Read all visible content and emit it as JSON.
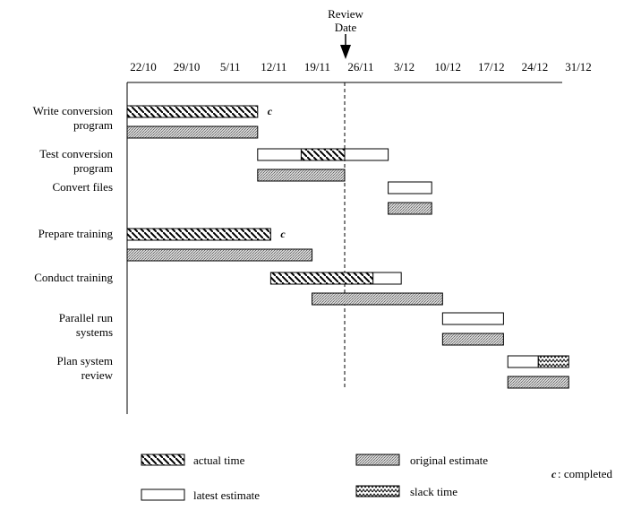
{
  "chart_data": {
    "type": "gantt",
    "review_marker": {
      "line1": "Review",
      "line2": "Date",
      "date_index": 5
    },
    "x_ticks": [
      "22/10",
      "29/10",
      "5/11",
      "12/11",
      "19/11",
      "26/11",
      "3/12",
      "10/12",
      "17/12",
      "24/12",
      "31/12"
    ],
    "tasks": [
      {
        "line1": "Write conversion",
        "line2": "program",
        "actual": [
          0,
          3.0
        ],
        "latest": null,
        "original": [
          0,
          3.0
        ],
        "slack": null,
        "completed": true
      },
      {
        "line1": "Test conversion",
        "line2": "program",
        "actual": [
          4.0,
          5.0
        ],
        "latest": [
          3.0,
          6.0
        ],
        "original": [
          3.0,
          5.0
        ],
        "slack": null,
        "completed": false
      },
      {
        "line1": "Convert files",
        "line2": "",
        "actual": null,
        "latest": [
          6.0,
          7.0
        ],
        "original": [
          6.0,
          7.0
        ],
        "slack": null,
        "completed": false
      },
      {
        "line1": "Prepare training",
        "line2": "",
        "actual": [
          0,
          3.3
        ],
        "latest": null,
        "original": [
          0,
          4.25
        ],
        "slack": null,
        "completed": true
      },
      {
        "line1": "Conduct training",
        "line2": "",
        "actual": [
          3.3,
          5.65
        ],
        "latest": [
          5.65,
          6.3
        ],
        "original": [
          4.25,
          7.25
        ],
        "slack": null,
        "completed": false
      },
      {
        "line1": "Parallel run",
        "line2": "systems",
        "actual": null,
        "latest": [
          7.25,
          8.65
        ],
        "original": [
          7.25,
          8.65
        ],
        "slack": null,
        "completed": false
      },
      {
        "line1": "Plan system",
        "line2": "review",
        "actual": null,
        "latest": [
          8.75,
          9.45
        ],
        "original": [
          8.75,
          10.15
        ],
        "slack": [
          9.45,
          10.15
        ],
        "completed": false
      }
    ],
    "completed_mark": "c",
    "legend": {
      "actual": "actual time",
      "original": "original estimate",
      "latest": "latest estimate",
      "slack": "slack time",
      "completed_key": "c",
      "completed_text": ":  completed"
    }
  }
}
